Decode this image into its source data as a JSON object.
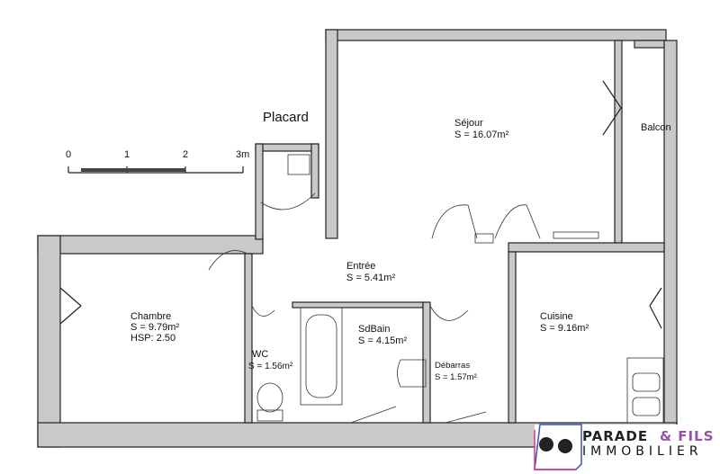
{
  "rooms": [
    {
      "name": "Séjour",
      "area": "S = 16.07m²"
    },
    {
      "name": "Balcon"
    },
    {
      "name": "Placard"
    },
    {
      "name": "Entrée",
      "area": "S = 5.41m²"
    },
    {
      "name": "Chambre",
      "area": "S = 9.79m²",
      "extra": "HSP: 2.50"
    },
    {
      "name": "WC",
      "area": "S = 1.56m²"
    },
    {
      "name": "SdBain",
      "area": "S = 4.15m²"
    },
    {
      "name": "Débarras",
      "area": "S = 1.57m²"
    },
    {
      "name": "Cuisine",
      "area": "S = 9.16m²"
    }
  ],
  "scale": {
    "ticks": [
      "0",
      "1",
      "2",
      "3m"
    ]
  },
  "logo": {
    "brand": "PARADE",
    "amp": "& FILS",
    "sub": "IMMOBILIER",
    "colors": {
      "pink": "#e0338a",
      "blue": "#3a4fb8",
      "dark": "#222222"
    }
  }
}
